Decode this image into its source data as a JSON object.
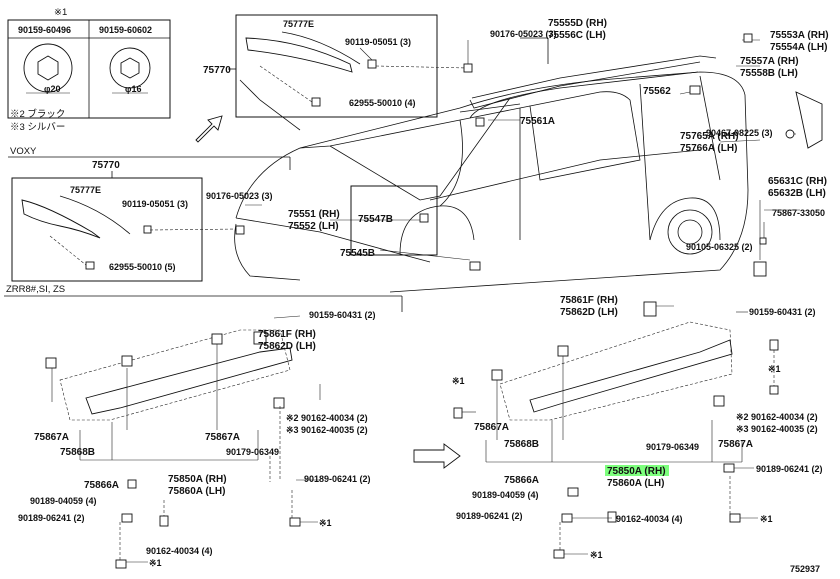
{
  "legend_table": {
    "mark": "※1",
    "col1": "90159-60496",
    "col2": "90159-60602",
    "dim1": "φ20",
    "dim2": "φ16",
    "note2": "※2 ブラック",
    "note3": "※3 シルバー"
  },
  "section_labels": {
    "voxy": "VOXY",
    "zrr": "ZRR8#,SI, ZS"
  },
  "top_box": {
    "part": "75770",
    "items": [
      "75777E",
      "90119-05051 (3)",
      "62955-50010 (4)"
    ]
  },
  "voxy_box": {
    "part": "75770",
    "items": [
      "75777E",
      "90119-05051 (3)",
      "62955-50010 (5)"
    ]
  },
  "body_labels": [
    "90176-05023 (3)",
    "75555D (RH)",
    "75556C (LH)",
    "75553A (RH)",
    "75554A (LH)",
    "75557A (RH)",
    "75558B (LH)",
    "75562",
    "75561A",
    "75765A (RH)",
    "75766A (LH)",
    "90467-08225 (3)",
    "65631C (RH)",
    "65632B (LH)",
    "75867-33050",
    "90105-06325 (2)",
    "90176-05023 (3)",
    "75551 (RH)",
    "75552 (LH)",
    "75547B",
    "75545B"
  ],
  "left_group": [
    "90159-60431 (2)",
    "75861F (RH)",
    "75862D (LH)",
    "75867A",
    "75868B",
    "75867A",
    "75866A",
    "75850A (RH)",
    "75860A (LH)",
    "※2 90162-40034 (2)",
    "※3 90162-40035 (2)",
    "90179-06349",
    "90189-06241 (2)",
    "90189-04059 (4)",
    "90189-06241 (2)",
    "90162-40034 (4)",
    "※1",
    "※1"
  ],
  "right_group": [
    "75861F (RH)",
    "75862D (LH)",
    "90159-60431 (2)",
    "※1",
    "※1",
    "75867A",
    "75868B",
    "※2 90162-40034 (2)",
    "※3 90162-40035 (2)",
    "90179-06349",
    "75867A",
    "75866A",
    "75850A (RH)",
    "75860A (LH)",
    "90189-06241 (2)",
    "90189-04059 (4)",
    "90189-06241 (2)",
    "90162-40034 (4)",
    "※1",
    "※1"
  ],
  "figure_id": "752937",
  "colors": {
    "line": "#111111",
    "highlight": "#7dff7d"
  }
}
